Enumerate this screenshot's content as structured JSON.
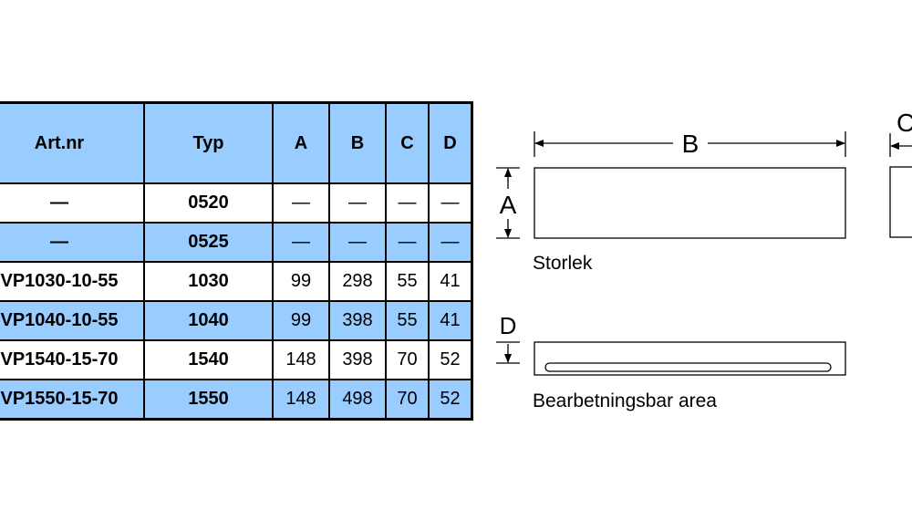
{
  "table": {
    "headers": [
      "Art.nr",
      "Typ",
      "A",
      "B",
      "C",
      "D"
    ],
    "rows": [
      {
        "art": "—",
        "typ": "0520",
        "a": "—",
        "b": "—",
        "c": "—",
        "d": "—"
      },
      {
        "art": "—",
        "typ": "0525",
        "a": "—",
        "b": "—",
        "c": "—",
        "d": "—"
      },
      {
        "art": "VP1030-10-55",
        "typ": "1030",
        "a": "99",
        "b": "298",
        "c": "55",
        "d": "41"
      },
      {
        "art": "VP1040-10-55",
        "typ": "1040",
        "a": "99",
        "b": "398",
        "c": "55",
        "d": "41"
      },
      {
        "art": "VP1540-15-70",
        "typ": "1540",
        "a": "148",
        "b": "398",
        "c": "70",
        "d": "52"
      },
      {
        "art": "VP1550-15-70",
        "typ": "1550",
        "a": "148",
        "b": "498",
        "c": "70",
        "d": "52"
      }
    ]
  },
  "diagram": {
    "dim_b": "B",
    "dim_a": "A",
    "dim_c": "C",
    "dim_d": "D",
    "caption_size": "Storlek",
    "caption_area": "Bearbetningsbar area"
  },
  "colors": {
    "row_highlight": "#99ccff",
    "border": "#000000"
  }
}
